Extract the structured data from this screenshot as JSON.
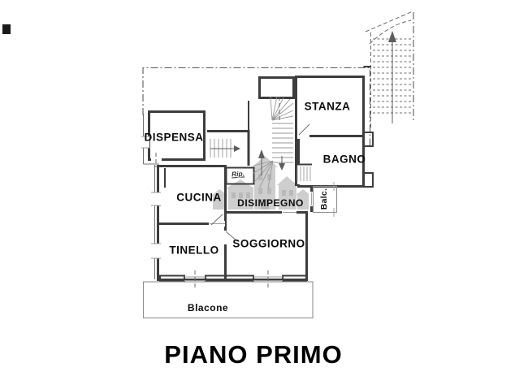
{
  "title": "PIANO PRIMO",
  "rooms": {
    "dispensa": "DISPENSA",
    "stanza": "STANZA",
    "bagno": "BAGNO",
    "cucina": "CUCINA",
    "disimpegno": "DISIMPEGNO",
    "ripostiglio": "Rip.",
    "balcone_small": "Balc.",
    "tinello": "TINELLO",
    "soggiorno": "SOGGIORNO",
    "balcone_bottom": "Blacone"
  },
  "colors": {
    "ink": "#3d3d3d",
    "thin": "#8a8a8a",
    "wm": "#9b9b9b",
    "paper": "#ffffff",
    "label": "#0d0d0d"
  }
}
